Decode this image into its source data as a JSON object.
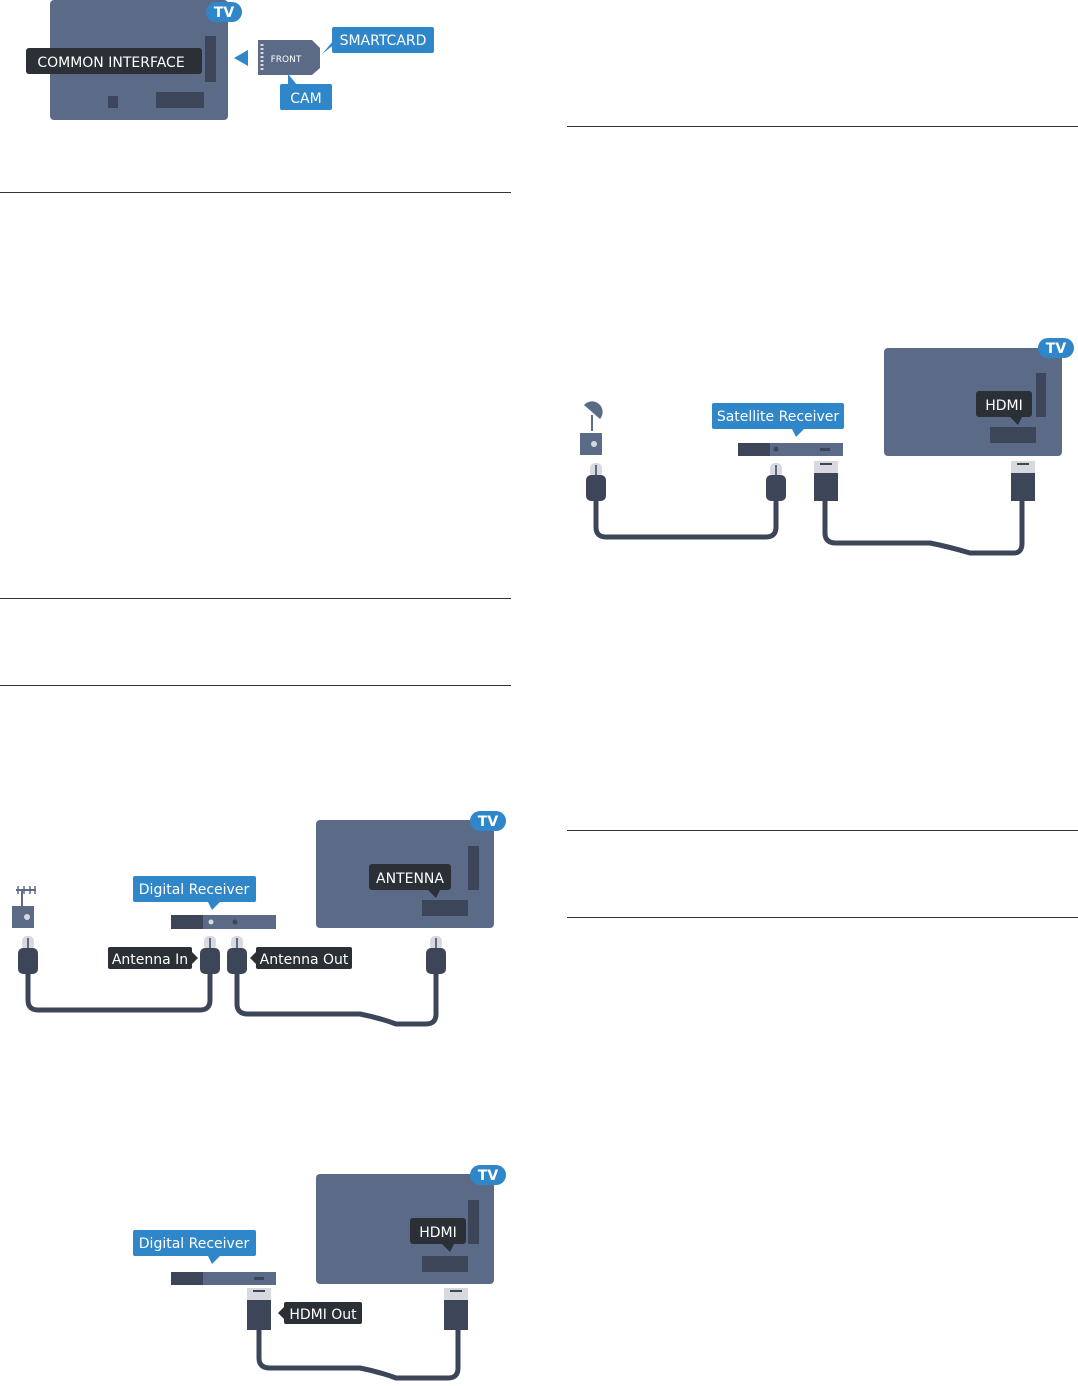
{
  "labels": {
    "tv": "TV",
    "common_interface": "COMMON INTERFACE",
    "front": "FRONT",
    "smartcard": "SMARTCARD",
    "cam": "CAM",
    "satellite_receiver": "Satellite Receiver",
    "hdmi": "HDMI",
    "digital_receiver": "Digital Receiver",
    "antenna": "ANTENNA",
    "antenna_in": "Antenna In",
    "antenna_out": "Antenna Out",
    "hdmi_out": "HDMI Out"
  },
  "colors": {
    "tv_body": "#5b6a86",
    "tv_slot": "#3d4659",
    "receiver_dark": "#3d4659",
    "receiver_light": "#5b6a86",
    "callout_blue": "#2f86c8",
    "label_dark": "#2b2f36",
    "cable": "#3d4659",
    "plug_white": "#d7d9de",
    "rule": "#333333"
  },
  "icons": [
    "satellite-dish-icon",
    "antenna-icon",
    "wall-socket-icon",
    "coax-plug-icon",
    "hdmi-plug-icon",
    "arrow-left-icon"
  ]
}
